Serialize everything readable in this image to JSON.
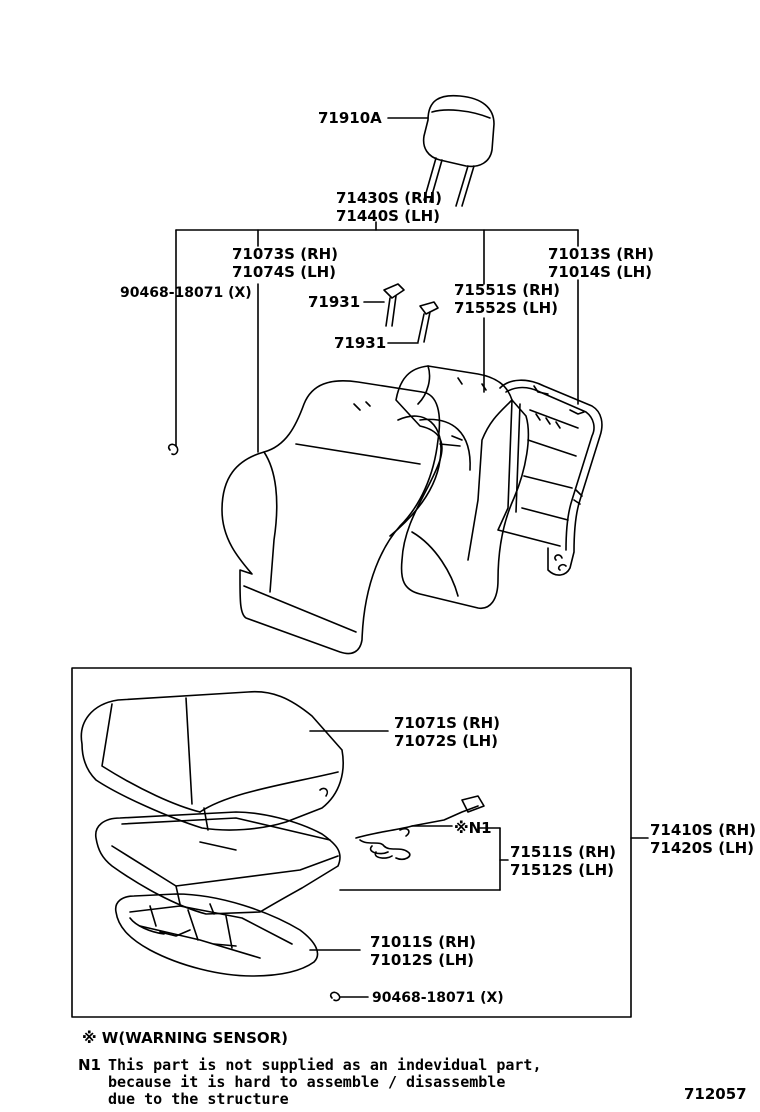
{
  "parts": {
    "headrest": "71910A",
    "support_rh": "71430S (RH)",
    "support_lh": "71440S (LH)",
    "back_cover_rh": "71073S (RH)",
    "back_cover_lh": "71074S (LH)",
    "hog_ring_top": "90468-18071 (X)",
    "guide_1": "71931",
    "guide_2": "71931",
    "back_pad_rh": "71551S (RH)",
    "back_pad_lh": "71552S (LH)",
    "back_frame_rh": "71013S (RH)",
    "back_frame_lh": "71014S (LH)",
    "cushion_cover_rh": "71071S (RH)",
    "cushion_cover_lh": "71072S (LH)",
    "n1_label": "※N1",
    "cushion_pad_rh": "71511S (RH)",
    "cushion_pad_lh": "71512S (LH)",
    "cushion_frame_rh": "71011S (RH)",
    "cushion_frame_lh": "71012S (LH)",
    "hog_ring_bottom": "90468-18071 (X)",
    "cushion_assy_rh": "71410S (RH)",
    "cushion_assy_lh": "71420S (LH)"
  },
  "notes": {
    "legend": "※ W(WARNING SENSOR)",
    "n1_key": "N1",
    "n1_line1": "This part is not supplied as an indevidual part,",
    "n1_line2": "because it is hard to assemble / disassemble",
    "n1_line3": "due to the structure"
  },
  "figure_number": "712057"
}
